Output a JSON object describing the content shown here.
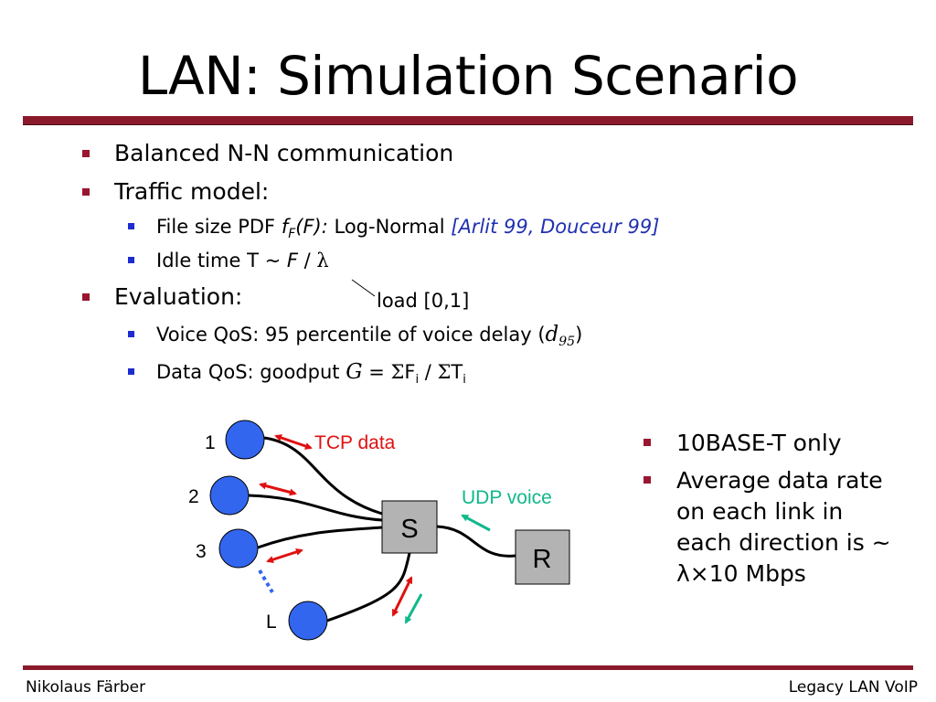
{
  "title": "LAN: Simulation Scenario",
  "bullets": {
    "balanced": "Balanced N-N communication",
    "traffic": "Traffic model:",
    "file_size_prefix": "File size PDF ",
    "file_size_f": "f",
    "file_size_sub": "F",
    "file_size_arg": "(F): ",
    "file_size_dist": "Log-Normal ",
    "file_size_ref": "[Arlit 99, Douceur 99]",
    "idle_prefix": "Idle time T ~ ",
    "idle_f": "F",
    "idle_slash": " / ",
    "idle_lambda": "λ",
    "load_label": "load [0,1]",
    "evaluation": "Evaluation:",
    "voice_qos_prefix": "Voice QoS: 95 percentile of voice delay (",
    "voice_qos_d": "d",
    "voice_qos_sub": "95",
    "voice_qos_suffix": ")",
    "data_qos_prefix": "Data QoS: goodput ",
    "data_qos_g": "G",
    "data_qos_eq": " = ",
    "data_qos_sigma1": "Σ",
    "data_qos_f": "F",
    "data_qos_i1": "i",
    "data_qos_slash": " / ",
    "data_qos_sigma2": "Σ",
    "data_qos_t": "T",
    "data_qos_i2": "i"
  },
  "right_bullets": {
    "base": "10BASE-T only",
    "average": "Average data rate on each link in each direction is ~ λ×10 Mbps"
  },
  "diagram": {
    "node_labels": [
      "1",
      "2",
      "3",
      "L"
    ],
    "switch_label": "S",
    "receiver_label": "R",
    "tcp_label": "TCP data",
    "udp_label": "UDP voice",
    "node_color": "#3366ee",
    "box_color": "#b3b3b3",
    "tcp_color": "#e01010",
    "udp_color": "#10b88a"
  },
  "footer": {
    "author": "Nikolaus Färber",
    "topic": "Legacy LAN VoIP"
  },
  "colors": {
    "accent": "#8a1a2b",
    "level1_bullet": "#9a1530",
    "level2_bullet": "#1d2ccf",
    "reference": "#2030b0"
  }
}
